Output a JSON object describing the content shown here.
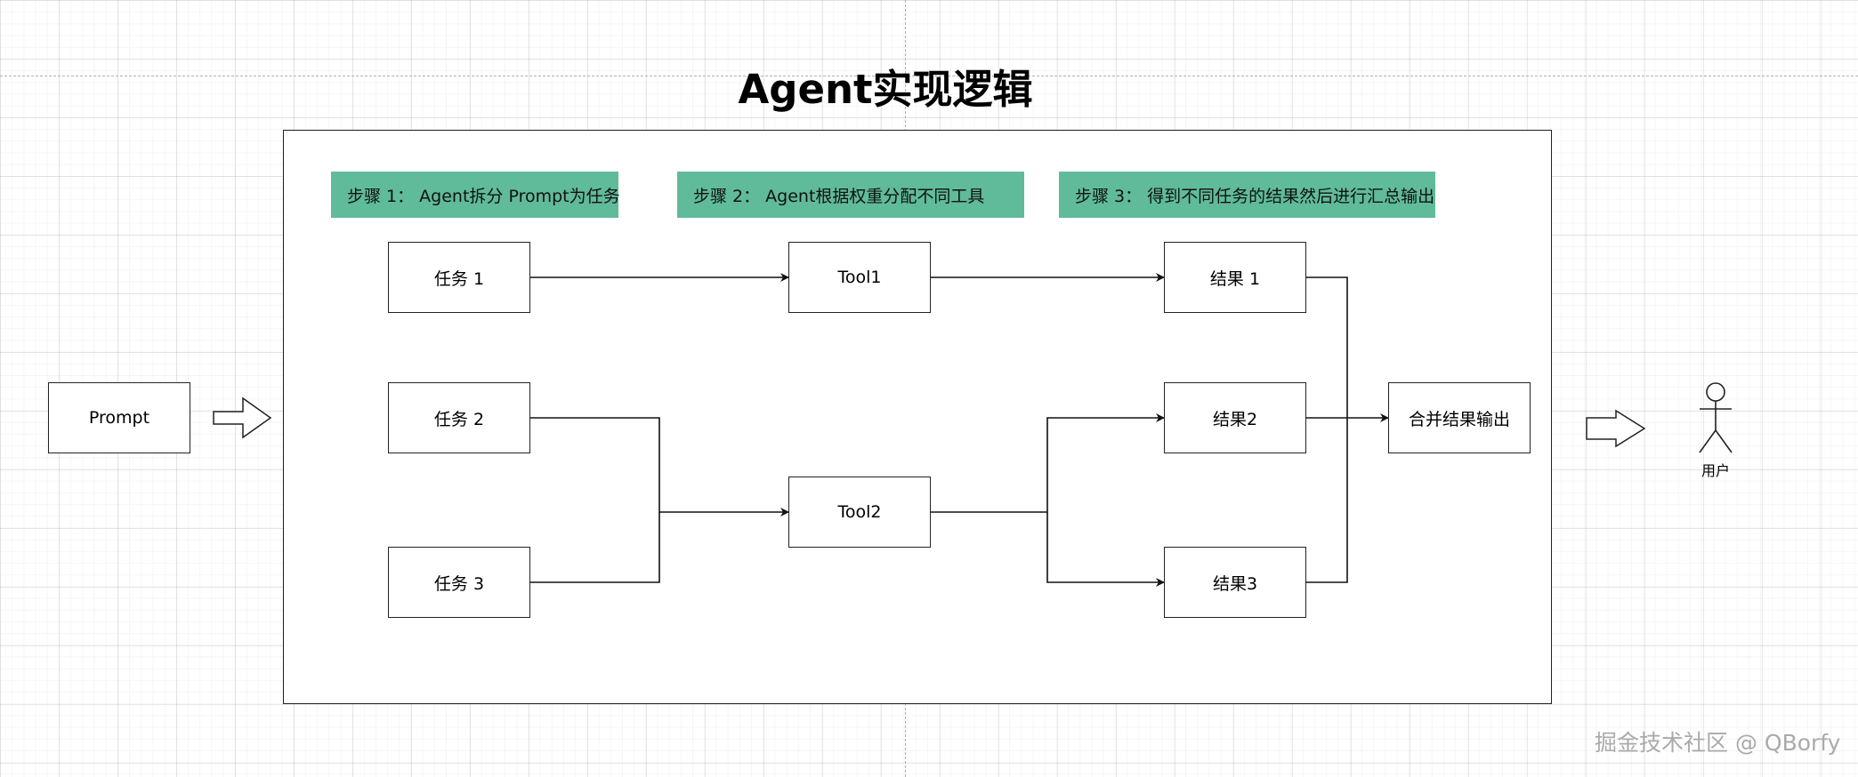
{
  "title": "Agent实现逻辑",
  "steps": [
    "步骤 1： Agent拆分 Prompt为任务",
    "步骤 2： Agent根据权重分配不同工具",
    "步骤 3： 得到不同任务的结果然后进行汇总输出"
  ],
  "nodes": {
    "prompt": "Prompt",
    "task1": "任务 1",
    "task2": "任务 2",
    "task3": "任务 3",
    "tool1": "Tool1",
    "tool2": "Tool2",
    "result1": "结果 1",
    "result2": "结果2",
    "result3": "结果3",
    "merge": "合并结果输出"
  },
  "user_label": "用户",
  "watermark": "掘金技术社区 @ QBorfy",
  "colors": {
    "step_fill": "#5fbb9a",
    "stroke": "#222222"
  }
}
